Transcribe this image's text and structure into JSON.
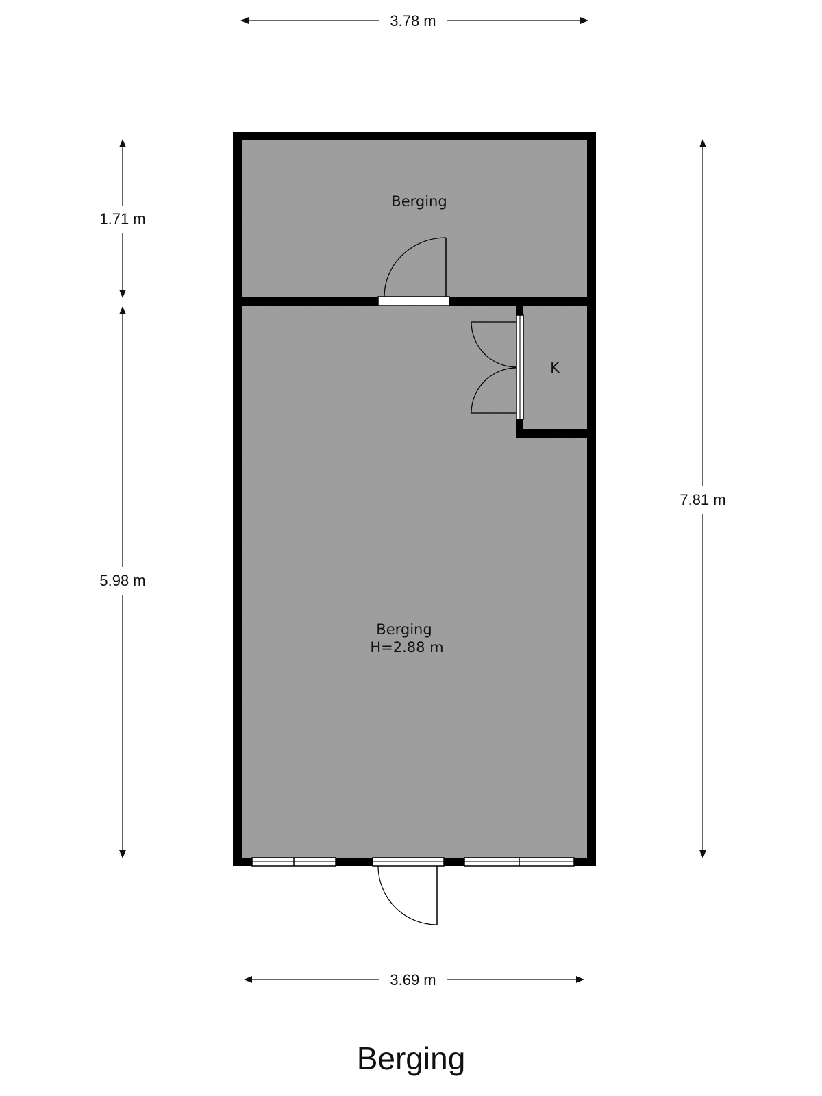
{
  "title": "Berging",
  "dimensions": {
    "top_width": "3.78 m",
    "bottom_width": "3.69 m",
    "left_upper_height": "1.71 m",
    "left_lower_height": "5.98 m",
    "right_total_height": "7.81 m"
  },
  "rooms": {
    "upper": {
      "name": "Berging"
    },
    "main": {
      "name": "Berging",
      "height_note": "H=2.88 m"
    },
    "closet": {
      "name": "K"
    }
  },
  "colors": {
    "floor": "#9c9c9c",
    "wall": "#000000",
    "dimension_line": "#111111",
    "background": "#ffffff"
  }
}
